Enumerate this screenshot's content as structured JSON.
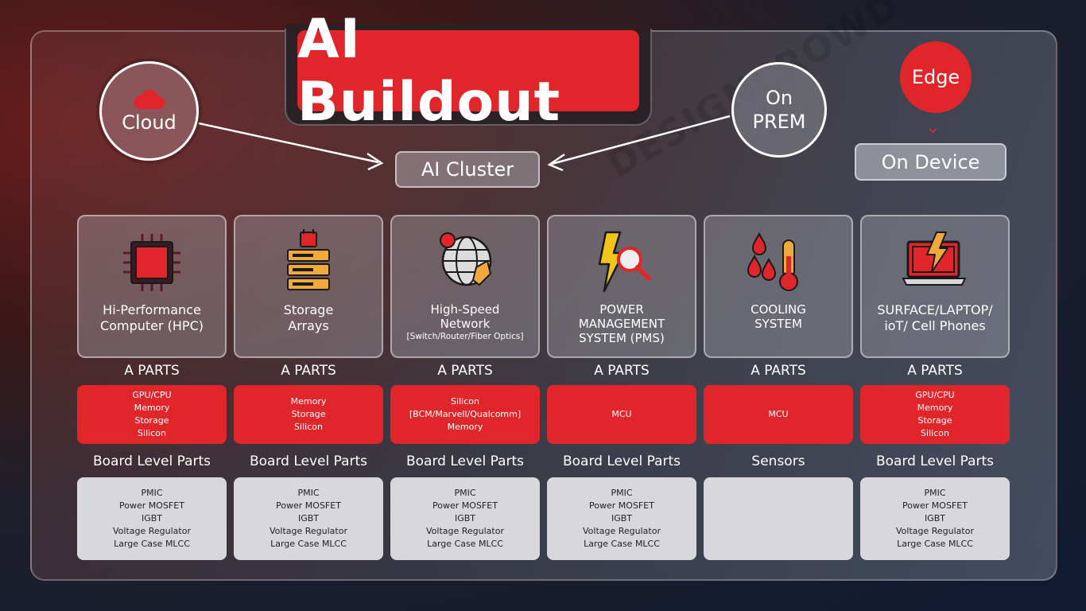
{
  "title": "AI Buildout",
  "watermark": "DESIGNCROWD",
  "nodes": {
    "cloud": "Cloud",
    "onprem": [
      "On",
      "PREM"
    ],
    "edge": "Edge",
    "cluster": "AI Cluster",
    "ondevice": "On Device"
  },
  "colors": {
    "accent": "#e1262b"
  },
  "columns": [
    {
      "icon": "cpu-chip-icon",
      "label": [
        "Hi-Performance",
        "Computer (HPC)"
      ],
      "a_parts_title": "A PARTS",
      "a_parts": [
        "GPU/CPU",
        "Memory",
        "Storage",
        "Silicon"
      ],
      "board_title": "Board Level Parts",
      "board_parts": [
        "PMIC",
        "Power MOSFET",
        "IGBT",
        "Voltage Regulator",
        "Large Case MLCC"
      ]
    },
    {
      "icon": "storage-lock-icon",
      "label": [
        "Storage",
        "Arrays"
      ],
      "a_parts_title": "A PARTS",
      "a_parts": [
        "Memory",
        "Storage",
        "Silicon"
      ],
      "board_title": "Board Level Parts",
      "board_parts": [
        "PMIC",
        "Power MOSFET",
        "IGBT",
        "Voltage Regulator",
        "Large Case MLCC"
      ]
    },
    {
      "icon": "globe-network-icon",
      "label": [
        "High-Speed",
        "Network"
      ],
      "sublabel": "[Switch/Router/Fiber Optics]",
      "a_parts_title": "A PARTS",
      "a_parts": [
        "Silicon",
        "[BCM/Marvell/Qualcomm]",
        "Memory"
      ],
      "board_title": "Board Level Parts",
      "board_parts": [
        "PMIC",
        "Power MOSFET",
        "IGBT",
        "Voltage Regulator",
        "Large Case MLCC"
      ]
    },
    {
      "icon": "power-lightning-icon",
      "label": [
        "POWER",
        "MANAGEMENT",
        "SYSTEM (PMS)"
      ],
      "a_parts_title": "A PARTS",
      "a_parts": [
        "MCU"
      ],
      "board_title": "Board Level Parts",
      "board_parts": [
        "PMIC",
        "Power MOSFET",
        "IGBT",
        "Voltage Regulator",
        "Large Case MLCC"
      ]
    },
    {
      "icon": "thermometer-icon",
      "label": [
        "COOLING",
        "SYSTEM"
      ],
      "a_parts_title": "A PARTS",
      "a_parts": [
        "MCU"
      ],
      "board_title": "Sensors",
      "board_parts": []
    },
    {
      "icon": "laptop-lightning-icon",
      "label": [
        "SURFACE/LAPTOP/",
        "ioT/ Cell Phones"
      ],
      "a_parts_title": "A PARTS",
      "a_parts": [
        "GPU/CPU",
        "Memory",
        "Storage",
        "Silicon"
      ],
      "board_title": "Board Level Parts",
      "board_parts": [
        "PMIC",
        "Power MOSFET",
        "IGBT",
        "Voltage Regulator",
        "Large Case MLCC"
      ]
    }
  ]
}
